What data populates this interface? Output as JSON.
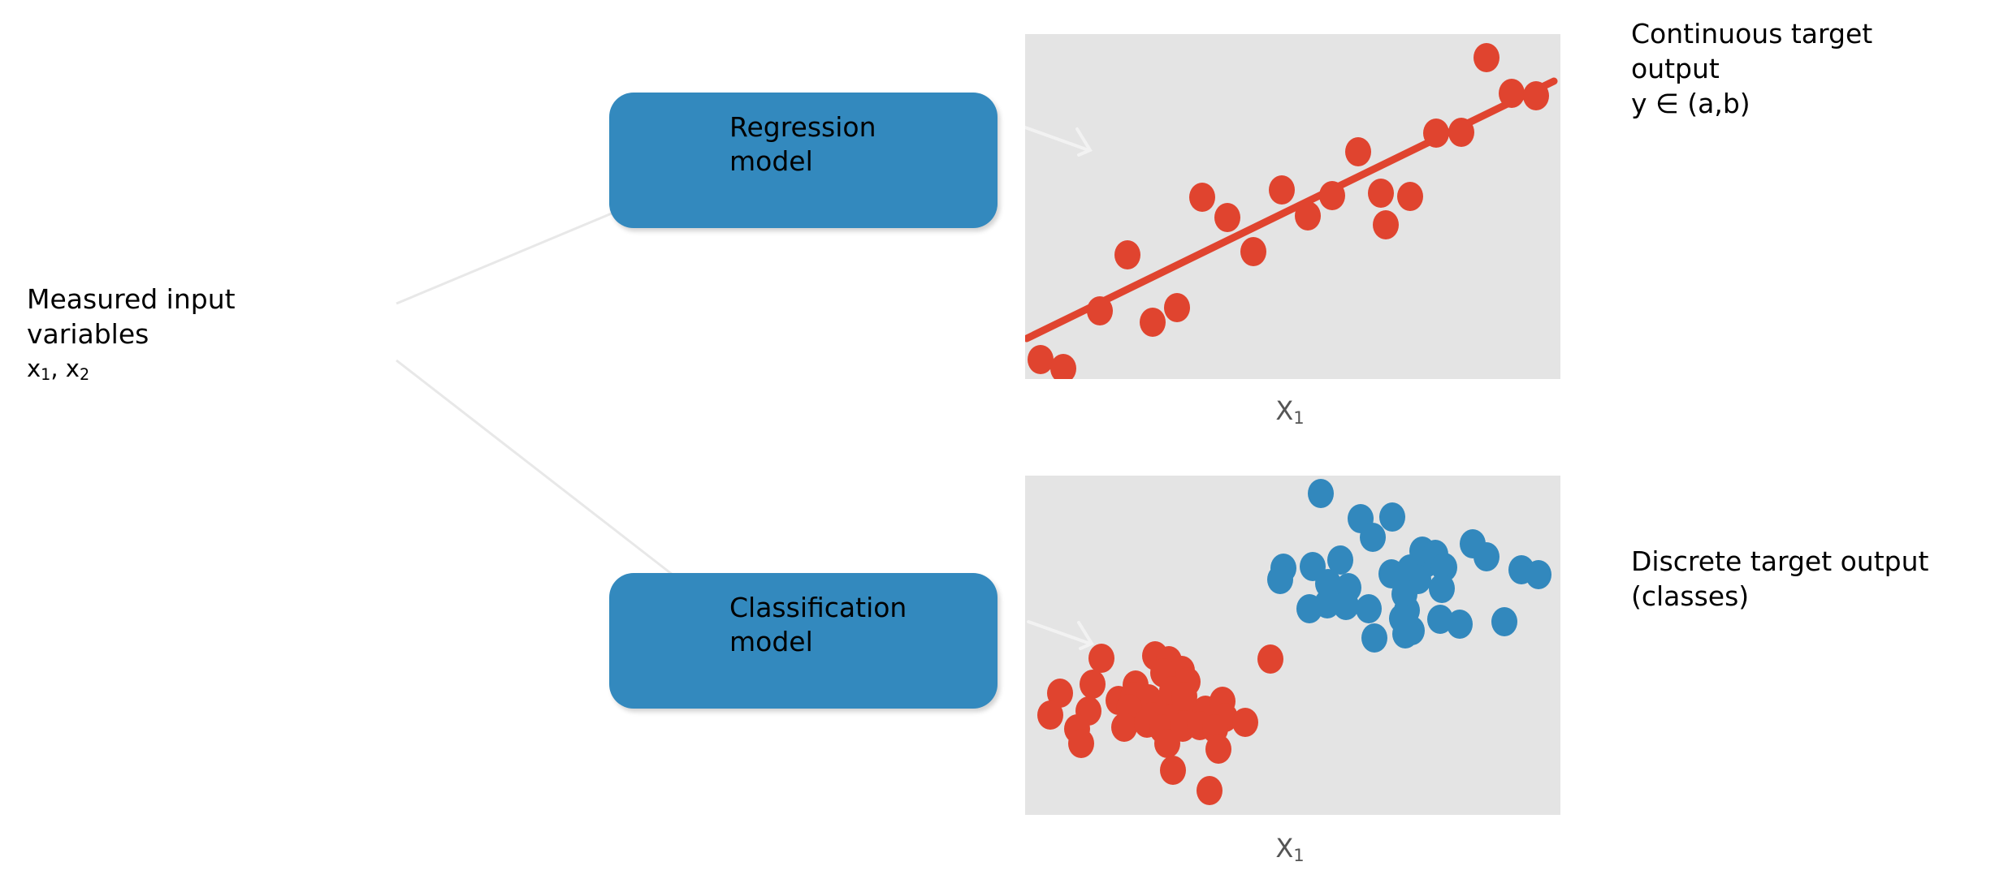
{
  "diagram": {
    "title": "Regression vs Classification model diagram",
    "colors": {
      "box_blue": "#3389be",
      "point_red": "#e0442f",
      "point_blue": "#3288bd",
      "panel_gray": "#e4e4e4",
      "connector_gray": "#e8e8e8",
      "axis_label_gray": "#555555",
      "arrow_white": "#f2f2f2"
    }
  },
  "input": {
    "title": "Measured input\nvariables",
    "variables": "x₁, x₂",
    "variables_parts": {
      "v1_base": "x",
      "v1_sub": "1",
      "sep": ", ",
      "v2_base": "x",
      "v2_sub": "2"
    }
  },
  "models": [
    {
      "id": "regression",
      "label": "Regression\nmodel"
    },
    {
      "id": "classification",
      "label": "Classification\nmodel"
    }
  ],
  "outputs": [
    {
      "id": "continuous",
      "text": "Continuous target\noutput\n y ∈ (a,b)"
    },
    {
      "id": "discrete",
      "text": "Discrete target output\n(classes)"
    }
  ],
  "axes": {
    "regression": {
      "base": "X",
      "sub": "1"
    },
    "classification": {
      "base": "X",
      "sub": "1"
    }
  },
  "chart_data": [
    {
      "id": "regression-scatter",
      "type": "scatter",
      "title": "",
      "xlabel": "X1",
      "ylabel": "",
      "grid": false,
      "legend": "none",
      "xlim": [
        0,
        100
      ],
      "ylim": [
        0,
        100
      ],
      "annotations": [
        {
          "type": "arrow",
          "label": "incoming-arrow",
          "from": [
            0,
            72
          ],
          "to": [
            9,
            66
          ],
          "color": "#f2f2f2"
        }
      ],
      "series": [
        {
          "name": "observations",
          "color": "#e0442f",
          "marker": "circle",
          "points": [
            [
              1.5,
              5.0
            ],
            [
              4.5,
              2.5
            ],
            [
              10.5,
              23.5
            ],
            [
              15.5,
              20.0
            ],
            [
              18.5,
              25.5
            ],
            [
              12.5,
              37.5
            ],
            [
              21.5,
              55.5
            ],
            [
              25.0,
              50.0
            ],
            [
              28.5,
              39.0
            ],
            [
              33.0,
              48.0
            ],
            [
              35.5,
              54.0
            ],
            [
              37.0,
              62.5
            ],
            [
              40.5,
              59.0
            ],
            [
              43.5,
              68.5
            ],
            [
              46.0,
              56.0
            ],
            [
              49.0,
              47.5
            ],
            [
              52.5,
              54.5
            ],
            [
              56.0,
              72.5
            ],
            [
              59.5,
              72.0
            ],
            [
              68.5,
              95.5
            ],
            [
              71.5,
              83.5
            ],
            [
              74.5,
              82.5
            ]
          ]
        },
        {
          "name": "fit-line",
          "color": "#e0442f",
          "type": "line",
          "points": [
            [
              0.2,
              11.5
            ],
            [
              76.0,
              86.5
            ]
          ]
        }
      ]
    },
    {
      "id": "classification-scatter",
      "type": "scatter",
      "title": "",
      "xlabel": "X1",
      "ylabel": "",
      "grid": false,
      "legend": "none",
      "xlim": [
        0,
        100
      ],
      "ylim": [
        0,
        100
      ],
      "annotations": [
        {
          "type": "arrow",
          "label": "incoming-arrow",
          "from": [
            0,
            57
          ],
          "to": [
            10,
            50
          ],
          "color": "#f2f2f2"
        }
      ],
      "series": [
        {
          "name": "class-a",
          "color": "#e0442f",
          "marker": "circle",
          "count": 44
        },
        {
          "name": "class-b",
          "color": "#3288bd",
          "marker": "circle",
          "count": 42
        }
      ]
    }
  ]
}
